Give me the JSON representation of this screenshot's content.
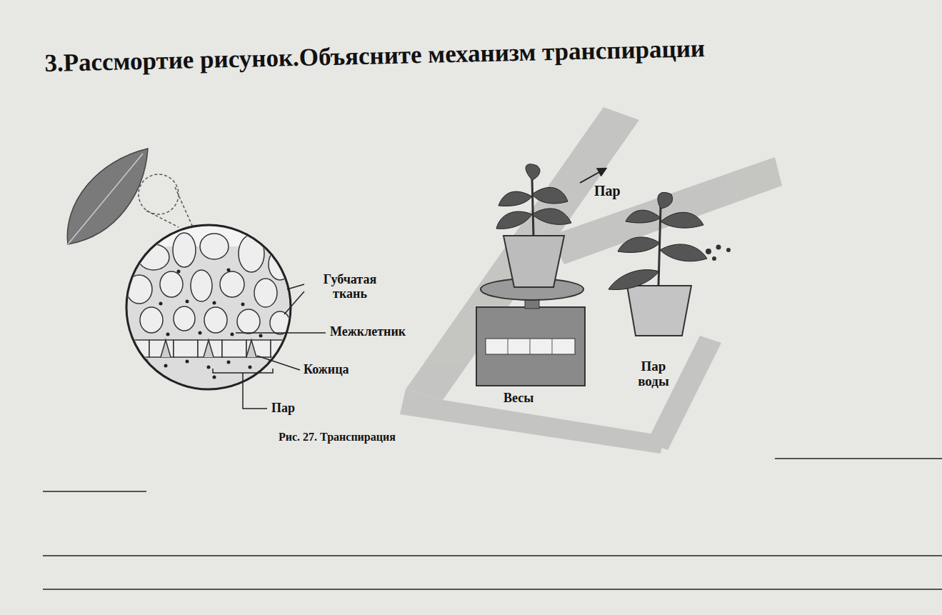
{
  "diagram": {
    "title": "3.Рассмортие рисунок.Объясните механизм транспирации",
    "caption": "Рис. 27. Транспирация",
    "labels": [
      "Губчатая ткань",
      "Межклетник",
      "Кожица",
      "Пар",
      "Пар",
      "Весы",
      "Пар воды"
    ]
  }
}
